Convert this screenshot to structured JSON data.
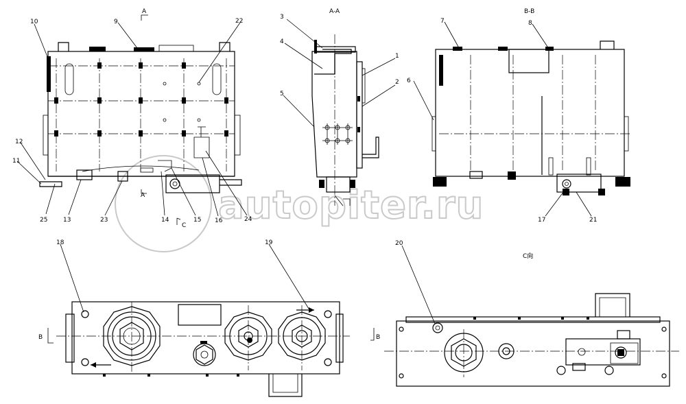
{
  "drawing": {
    "view_labels": {
      "view_a_top": "A",
      "view_a_bottom": "A",
      "section_aa": "A-A",
      "section_bb": "B-B",
      "view_c": "C向",
      "cut_b_left": "B",
      "cut_b_right": "B",
      "cut_c": "C"
    },
    "callouts": [
      "1",
      "2",
      "3",
      "4",
      "5",
      "6",
      "7",
      "8",
      "9",
      "10",
      "11",
      "12",
      "13",
      "14",
      "15",
      "16",
      "17",
      "18",
      "19",
      "20",
      "21",
      "22",
      "23",
      "24",
      "25"
    ],
    "watermark": "autopiter.ru",
    "line_color": "#000000",
    "watermark_color": "#c9c9c9"
  }
}
